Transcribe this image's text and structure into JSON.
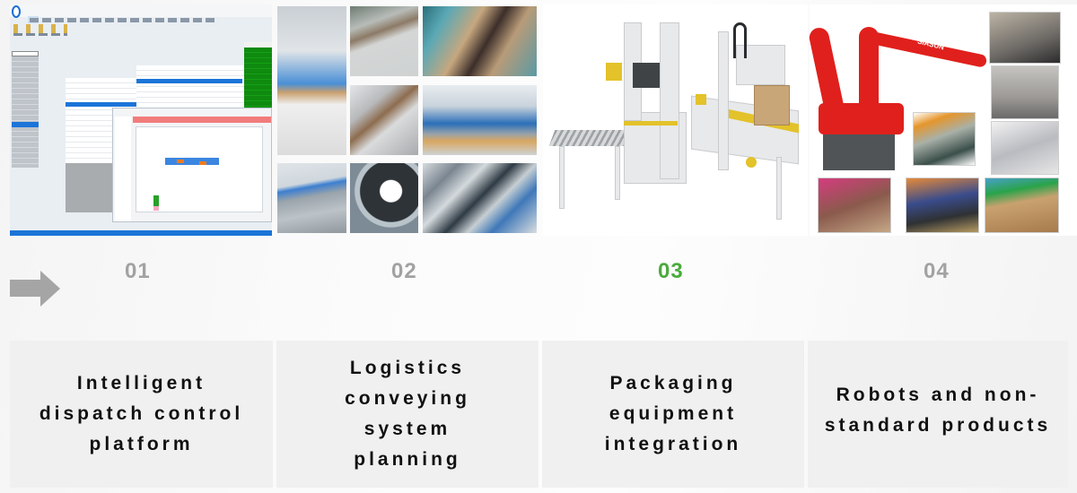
{
  "steps": [
    {
      "number": "01",
      "title": "Intelligent dispatch control platform",
      "image": "dispatch-software-screenshot",
      "active": false
    },
    {
      "number": "02",
      "title": "Logistics conveying system planning",
      "image": "conveyor-photo-grid",
      "active": false
    },
    {
      "number": "03",
      "title": "Packaging equipment integration",
      "image": "carton-sealing-machine",
      "active": true
    },
    {
      "number": "04",
      "title": "Robots and non-standard products",
      "image": "palletizing-robot-collage",
      "active": false
    }
  ],
  "robot_brand": "SIASUN",
  "icons": {
    "arrow": "arrow-right-icon"
  },
  "colors": {
    "active_number": "#4aab3c",
    "inactive_number": "#a2a2a2",
    "arrow": "#a5a5a5",
    "card_background": "#f0f0f0",
    "card_text": "#111111"
  }
}
